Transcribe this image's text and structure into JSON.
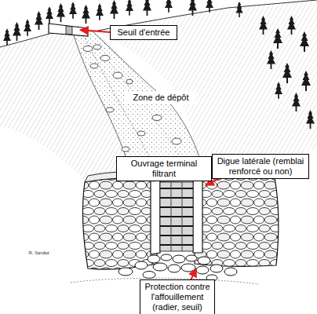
{
  "diagram": {
    "nodes": [
      {
        "text": [
          "Seuil d'entrée"
        ]
      },
      {
        "text": [
          "Zone de dépôt"
        ]
      },
      {
        "text": [
          "Digue latérale (remblai renforcé ou non)"
        ]
      },
      {
        "text": [
          "Ouvrage terminal filtrant"
        ]
      },
      {
        "text": [
          "Protection contre l'affouillement (radier, seuil)"
        ]
      }
    ],
    "labels": [
      "N. Sardat"
    ]
  }
}
